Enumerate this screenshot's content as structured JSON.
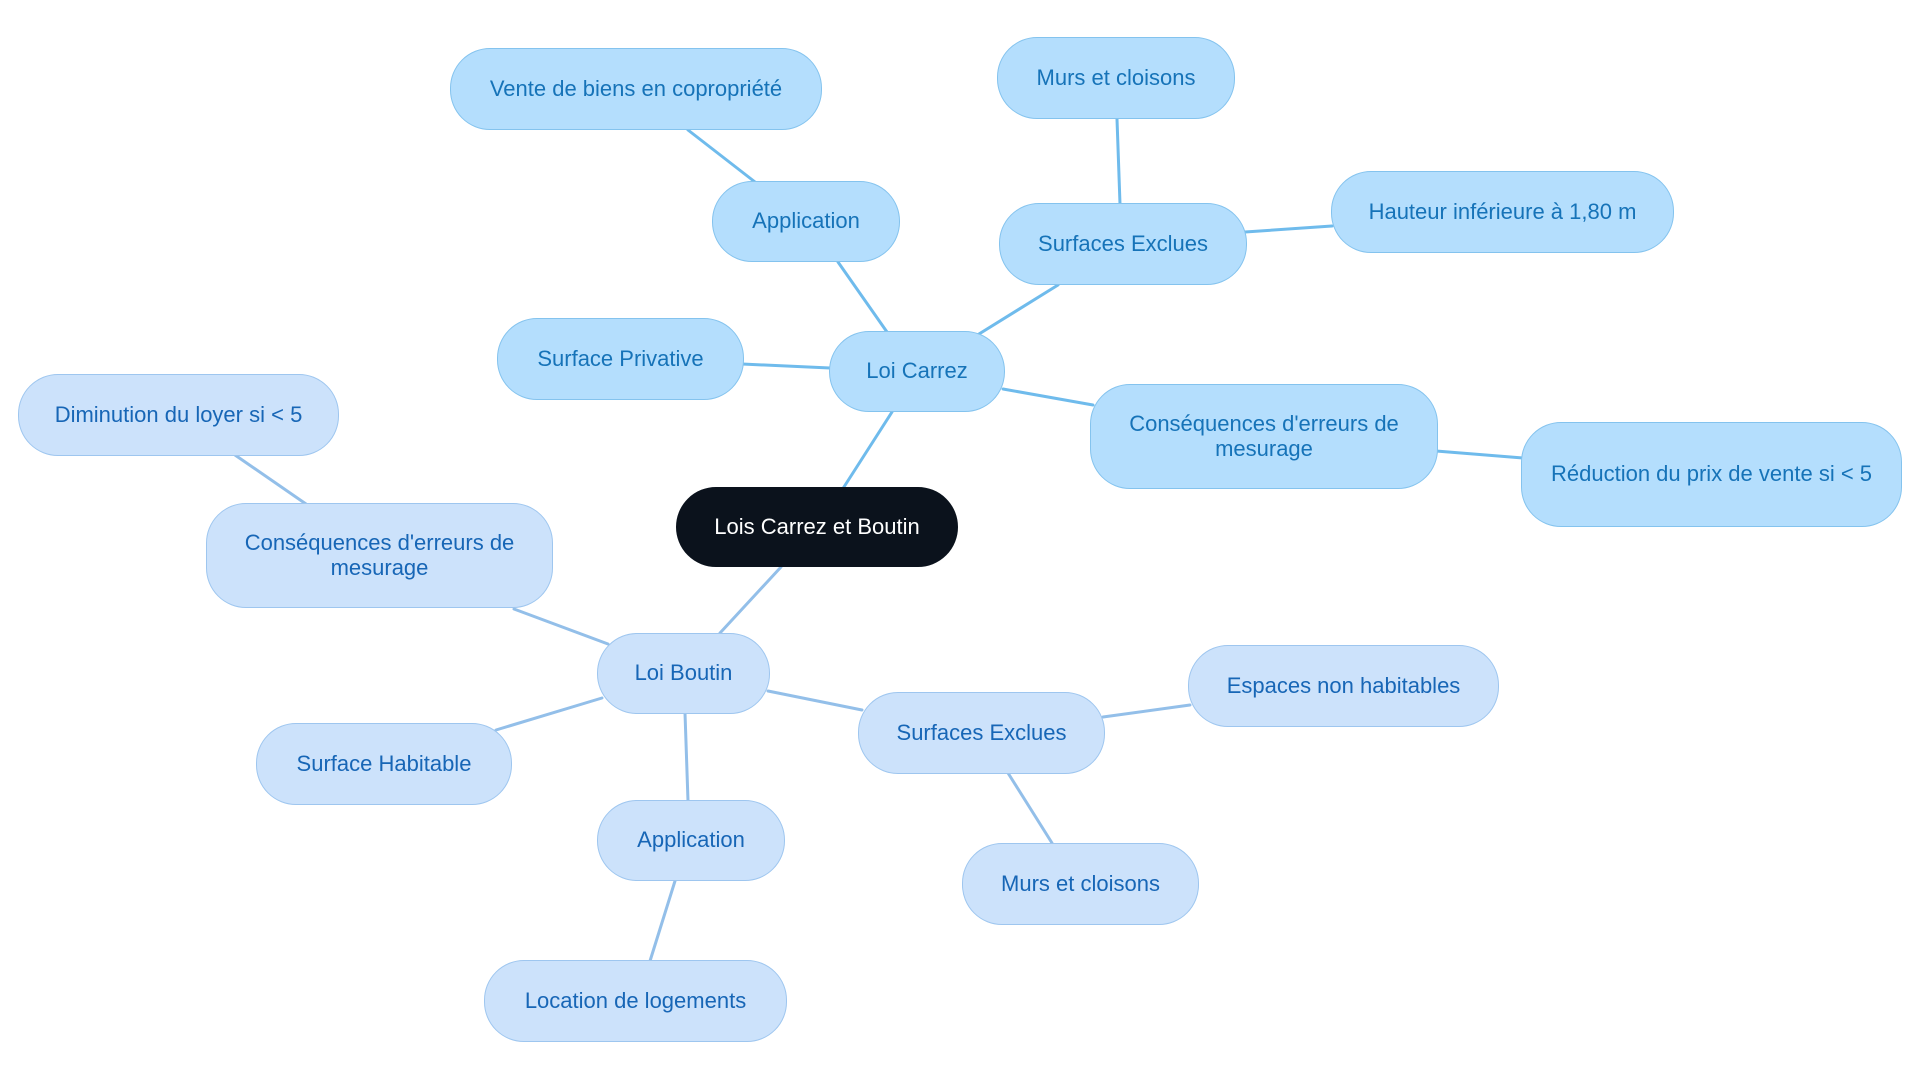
{
  "colors": {
    "root_fill": "#0b121c",
    "root_text": "#ffffff",
    "carrez_fill": "#b4defd",
    "carrez_text": "#1673b8",
    "carrez_edge": "#6fbbec",
    "boutin_fill": "#cce2fb",
    "boutin_text": "#1766b6",
    "boutin_edge": "#93bfe9"
  },
  "root": {
    "label": "Lois Carrez et Boutin"
  },
  "carrez": {
    "label": "Loi Carrez",
    "application": {
      "label": "Application",
      "child": "Vente de biens en copropriété"
    },
    "surfaces_exclues": {
      "label": "Surfaces Exclues",
      "children": [
        "Murs et cloisons",
        "Hauteur inférieure à 1,80 m"
      ]
    },
    "surface_privative": {
      "label": "Surface Privative"
    },
    "consequences": {
      "label": "Conséquences d'erreurs de mesurage",
      "child": "Réduction du prix de vente si < 5"
    }
  },
  "boutin": {
    "label": "Loi Boutin",
    "consequences": {
      "label": "Conséquences d'erreurs de mesurage",
      "child": "Diminution du loyer si < 5"
    },
    "surface_habitable": {
      "label": "Surface Habitable"
    },
    "application": {
      "label": "Application",
      "child": "Location de logements"
    },
    "surfaces_exclues": {
      "label": "Surfaces Exclues",
      "children": [
        "Espaces non habitables",
        "Murs et cloisons"
      ]
    }
  }
}
